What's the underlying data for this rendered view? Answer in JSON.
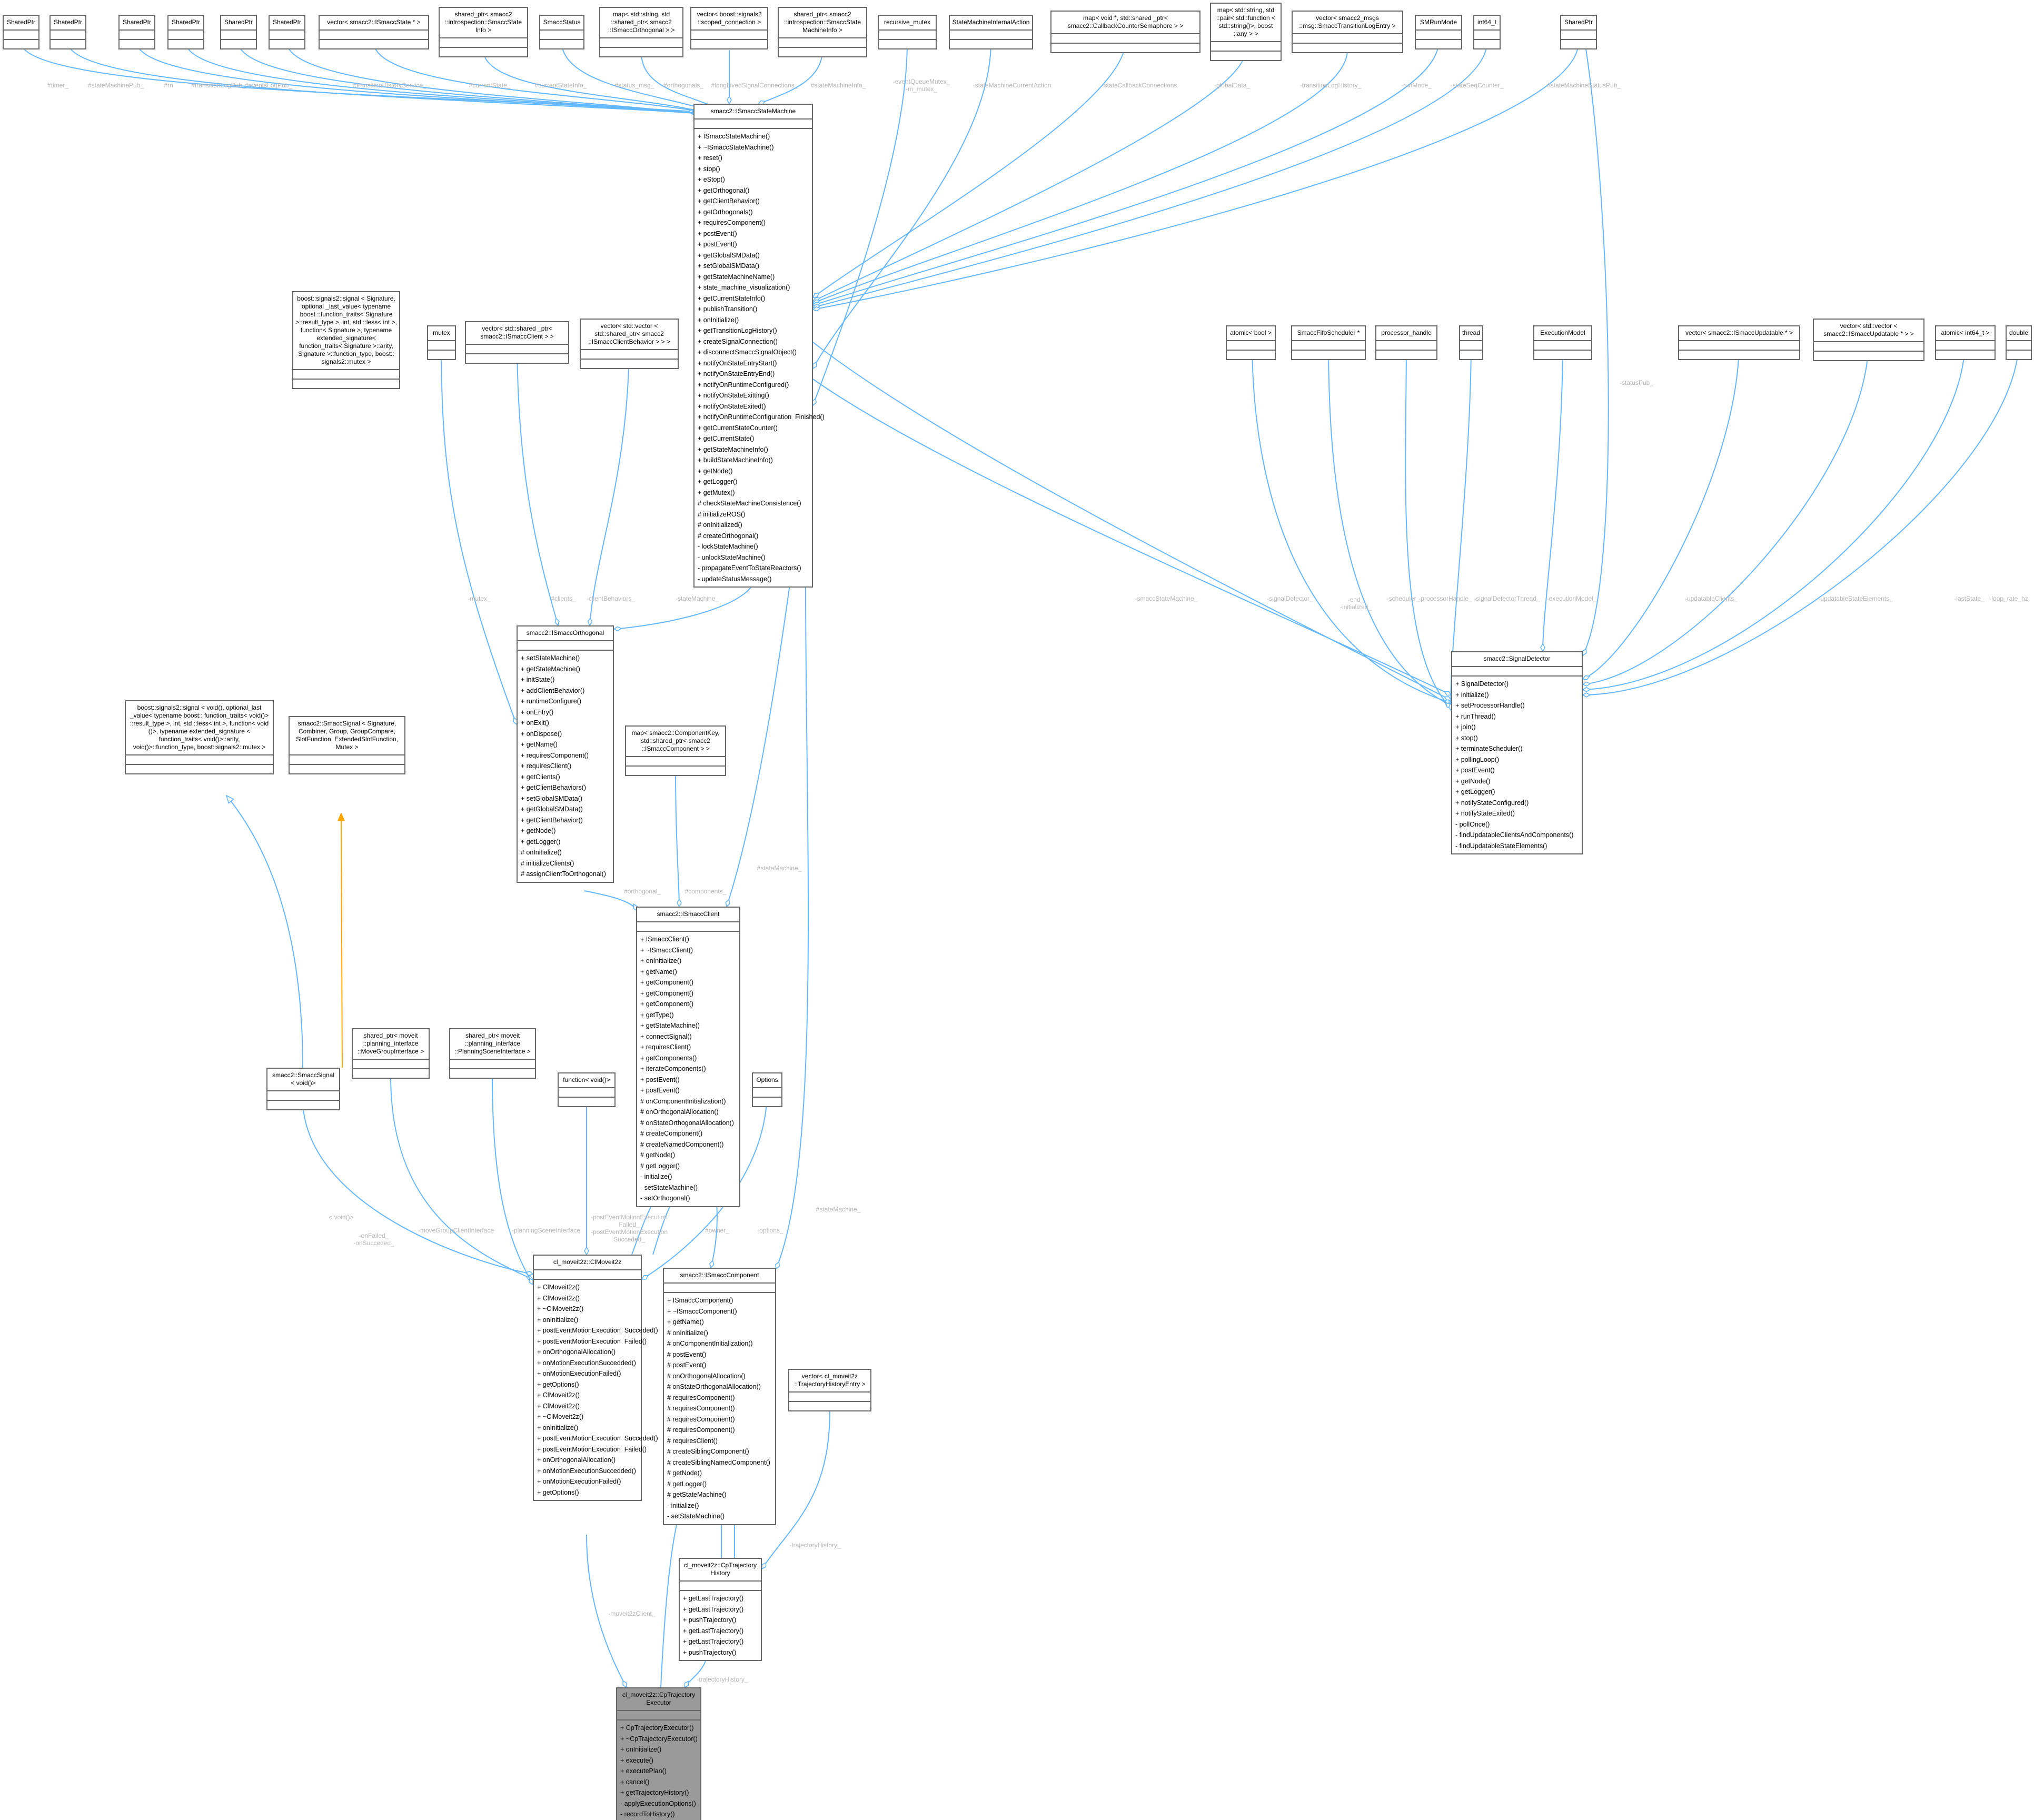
{
  "colors": {
    "edge": "#63b8ff",
    "template_edge": "#ffa500",
    "label": "#b4b4b4",
    "border": "#666666",
    "highlight": "#9a9a9a"
  },
  "boxes": [
    {
      "id": "sp1",
      "title": "SharedPtr",
      "members": []
    },
    {
      "id": "sp2",
      "title": "SharedPtr",
      "members": []
    },
    {
      "id": "sp3",
      "title": "SharedPtr",
      "members": []
    },
    {
      "id": "sp4",
      "title": "SharedPtr",
      "members": []
    },
    {
      "id": "sp5",
      "title": "SharedPtr",
      "members": []
    },
    {
      "id": "sp6",
      "title": "SharedPtr",
      "members": []
    },
    {
      "id": "vecstate",
      "title": "vector< smacc2::ISmaccState * >",
      "members": []
    },
    {
      "id": "spstateinfo",
      "title": "shared_ptr< smacc2 ::introspection::SmaccState Info >",
      "members": []
    },
    {
      "id": "status",
      "title": "SmaccStatus",
      "members": []
    },
    {
      "id": "maporth",
      "title": "map< std::string, std ::shared_ptr< smacc2 ::ISmaccOrthogonal > >",
      "members": []
    },
    {
      "id": "vecconn",
      "title": "vector< boost::signals2 ::scoped_connection >",
      "members": []
    },
    {
      "id": "spsminfo",
      "title": "shared_ptr< smacc2 ::introspection::SmaccState MachineInfo >",
      "members": []
    },
    {
      "id": "rmutex",
      "title": "recursive_mutex",
      "members": []
    },
    {
      "id": "smaction",
      "title": "StateMachineInternalAction",
      "members": []
    },
    {
      "id": "mapsem",
      "title": "map< void *, std::shared _ptr< smacc2::CallbackCounterSemaphore > >",
      "members": []
    },
    {
      "id": "mapglobal",
      "title": "map< std::string, std ::pair< std::function < std::string()>, boost ::any > >",
      "members": []
    },
    {
      "id": "vectranslog",
      "title": "vector< smacc2_msgs ::msg::SmaccTransitionLogEntry >",
      "members": []
    },
    {
      "id": "runmode",
      "title": "SMRunMode",
      "members": []
    },
    {
      "id": "int64",
      "title": "int64_t",
      "members": []
    },
    {
      "id": "sp7",
      "title": "SharedPtr",
      "members": []
    },
    {
      "id": "ism",
      "title": "smacc2::ISmaccStateMachine",
      "members": [
        "+ ISmaccStateMachine()",
        "+ ~ISmaccStateMachine()",
        "+ reset()",
        "+ stop()",
        "+ eStop()",
        "+ getOrthogonal()",
        "+ getClientBehavior()",
        "+ getOrthogonals()",
        "+ requiresComponent()",
        "+ postEvent()",
        "+ postEvent()",
        "+ getGlobalSMData()",
        "+ setGlobalSMData()",
        "+ getStateMachineName()",
        "+ state_machine_visualization()",
        "+ getCurrentStateInfo()",
        "+ publishTransition()",
        "+ onInitialize()",
        "+ getTransitionLogHistory()",
        "+ createSignalConnection()",
        "+ disconnectSmaccSignalObject()",
        "+ notifyOnStateEntryStart()",
        "+ notifyOnStateEntryEnd()",
        "+ notifyOnRuntimeConfigured()",
        "+ notifyOnStateExitting()",
        "+ notifyOnStateExited()",
        "+ notifyOnRuntimeConfiguration  Finished()",
        "+ getCurrentStateCounter()",
        "+ getCurrentState()",
        "+ getStateMachineInfo()",
        "+ buildStateMachineInfo()",
        "+ getNode()",
        "+ getLogger()",
        "+ getMutex()",
        "# checkStateMachineConsistence()",
        "# initializeROS()",
        "# onInitialized()",
        "# createOrthogonal()",
        "- lockStateMachine()",
        "- unlockStateMachine()",
        "- propagateEventToStateReactors()",
        "- updateStatusMessage()"
      ]
    },
    {
      "id": "bsig",
      "title": "boost::signals2::signal < Signature, optional _last_value< typename boost ::function_traits< Signature >::result_type >, int, std ::less< int >, function< Signature >, typename extended_signature< function_traits< Signature >::arity, Signature >::function_type, boost:: signals2::mutex >",
      "members": []
    },
    {
      "id": "mutex",
      "title": "mutex",
      "members": []
    },
    {
      "id": "vecclient",
      "title": "vector< std::shared _ptr< smacc2::ISmaccClient > >",
      "members": []
    },
    {
      "id": "vecvecbeh",
      "title": "vector< std::vector < std::shared_ptr< smacc2 ::ISmaccClientBehavior > > >",
      "members": []
    },
    {
      "id": "iorth",
      "title": "smacc2::ISmaccOrthogonal",
      "members": [
        "+ setStateMachine()",
        "+ getStateMachine()",
        "+ initState()",
        "+ addClientBehavior()",
        "+ runtimeConfigure()",
        "+ onEntry()",
        "+ onExit()",
        "+ onDispose()",
        "+ getName()",
        "+ requiresComponent()",
        "+ requiresClient()",
        "+ getClients()",
        "+ getClientBehaviors()",
        "+ setGlobalSMData()",
        "+ getGlobalSMData()",
        "+ getClientBehavior()",
        "+ getNode()",
        "+ getLogger()",
        "# onInitialize()",
        "# initializeClients()",
        "# assignClientToOrthogonal()"
      ]
    },
    {
      "id": "atombool",
      "title": "atomic< bool >",
      "members": []
    },
    {
      "id": "fifo",
      "title": "SmaccFifoScheduler *",
      "members": []
    },
    {
      "id": "phandle",
      "title": "processor_handle",
      "members": []
    },
    {
      "id": "thread",
      "title": "thread",
      "members": []
    },
    {
      "id": "execmodel",
      "title": "ExecutionModel",
      "members": []
    },
    {
      "id": "vecupd",
      "title": "vector< smacc2::ISmaccUpdatable * >",
      "members": []
    },
    {
      "id": "vecvecupd",
      "title": "vector< std::vector < smacc2::ISmaccUpdatable * > >",
      "members": []
    },
    {
      "id": "atomint",
      "title": "atomic< int64_t >",
      "members": []
    },
    {
      "id": "double",
      "title": "double",
      "members": []
    },
    {
      "id": "sigdet",
      "title": "smacc2::SignalDetector",
      "members": [
        "+ SignalDetector()",
        "+ initialize()",
        "+ setProcessorHandle()",
        "+ runThread()",
        "+ join()",
        "+ stop()",
        "+ terminateScheduler()",
        "+ pollingLoop()",
        "+ postEvent()",
        "+ getNode()",
        "+ getLogger()",
        "+ notifyStateConfigured()",
        "+ notifyStateExited()",
        "- pollOnce()",
        "- findUpdatableClientsAndComponents()",
        "- findUpdatableStateElements()"
      ]
    },
    {
      "id": "bsigvoid",
      "title": "boost::signals2::signal < void(), optional_last _value< typename boost:: function_traits< void()> ::result_type >, int, std ::less< int >, function< void ()>, typename extended_signature < function_traits< void()>::arity, void()>::function_type, boost::signals2::mutex >",
      "members": []
    },
    {
      "id": "smsig",
      "title": "smacc2::SmaccSignal < Signature, Combiner, Group, GroupCompare, SlotFunction, ExtendedSlotFunction, Mutex >",
      "members": []
    },
    {
      "id": "mapcomp",
      "title": "map< smacc2::ComponentKey, std::shared_ptr< smacc2 ::ISmaccComponent > >",
      "members": []
    },
    {
      "id": "iclient",
      "title": "smacc2::ISmaccClient",
      "members": [
        "+ ISmaccClient()",
        "+ ~ISmaccClient()",
        "+ onInitialize()",
        "+ getName()",
        "+ getComponent()",
        "+ getComponent()",
        "+ getComponent()",
        "+ getType()",
        "+ getStateMachine()",
        "+ connectSignal()",
        "+ requiresClient()",
        "+ getComponents()",
        "+ iterateComponents()",
        "+ postEvent()",
        "+ postEvent()",
        "# onComponentInitialization()",
        "# onOrthogonalAllocation()",
        "# onStateOrthogonalAllocation()",
        "# createComponent()",
        "# createNamedComponent()",
        "# getNode()",
        "# getLogger()",
        "- initialize()",
        "- setStateMachine()",
        "- setOrthogonal()"
      ]
    },
    {
      "id": "smsigvoid",
      "title": "smacc2::SmaccSignal < void()>",
      "members": []
    },
    {
      "id": "spmgi",
      "title": "shared_ptr< moveit ::planning_interface ::MoveGroupInterface >",
      "members": []
    },
    {
      "id": "sppsi",
      "title": "shared_ptr< moveit ::planning_interface ::PlanningSceneInterface >",
      "members": []
    },
    {
      "id": "funcvoid",
      "title": "function< void()>",
      "members": []
    },
    {
      "id": "options",
      "title": "Options",
      "members": []
    },
    {
      "id": "clmoveit",
      "title": "cl_moveit2z::ClMoveit2z",
      "members": [
        "+ ClMoveit2z()",
        "+ ClMoveit2z()",
        "+ ~ClMoveit2z()",
        "+ onInitialize()",
        "+ postEventMotionExecution  Succeded()",
        "+ postEventMotionExecution  Failed()",
        "+ onOrthogonalAllocation()",
        "+ onMotionExecutionSuccedded()",
        "+ onMotionExecutionFailed()",
        "+ getOptions()",
        "+ ClMoveit2z()",
        "+ ClMoveit2z()",
        "+ ~ClMoveit2z()",
        "+ onInitialize()",
        "+ postEventMotionExecution  Succeded()",
        "+ postEventMotionExecution  Failed()",
        "+ onOrthogonalAllocation()",
        "+ onMotionExecutionSuccedded()",
        "+ onMotionExecutionFailed()",
        "+ getOptions()"
      ]
    },
    {
      "id": "icomp",
      "title": "smacc2::ISmaccComponent",
      "members": [
        "+ ISmaccComponent()",
        "+ ~ISmaccComponent()",
        "+ getName()",
        "# onInitialize()",
        "# onComponentInitialization()",
        "# postEvent()",
        "# postEvent()",
        "# onOrthogonalAllocation()",
        "# onStateOrthogonalAllocation()",
        "# requiresComponent()",
        "# requiresComponent()",
        "# requiresComponent()",
        "# requiresComponent()",
        "# requiresClient()",
        "# createSiblingComponent()",
        "# createSiblingNamedComponent()",
        "# getNode()",
        "# getLogger()",
        "# getStateMachine()",
        "- initialize()",
        "- setStateMachine()"
      ]
    },
    {
      "id": "vectraj",
      "title": "vector< cl_moveit2z ::TrajectoryHistoryEntry >",
      "members": []
    },
    {
      "id": "cptrajhist",
      "title": "cl_moveit2z::CpTrajectory History",
      "members": [
        "+ getLastTrajectory()",
        "+ getLastTrajectory()",
        "+ pushTrajectory()",
        "+ getLastTrajectory()",
        "+ getLastTrajectory()",
        "+ pushTrajectory()"
      ]
    },
    {
      "id": "cptrajexec",
      "title": "cl_moveit2z::CpTrajectory Executor",
      "members": [
        "+ CpTrajectoryExecutor()",
        "+ ~CpTrajectoryExecutor()",
        "+ onInitialize()",
        "+ execute()",
        "+ executePlan()",
        "+ cancel()",
        "+ getTrajectoryHistory()",
        "- applyExecutionOptions()",
        "- recordToHistory()"
      ]
    }
  ],
  "labels": [
    {
      "id": "l1",
      "text": "#timer_"
    },
    {
      "id": "l2",
      "text": "#stateMachinePub_"
    },
    {
      "id": "l3",
      "text": "#rn"
    },
    {
      "id": "l4",
      "text": "#transitionLogPub_"
    },
    {
      "id": "l5",
      "text": "#eventsLogPub_"
    },
    {
      "id": "l6",
      "text": "#transitionHistoryService_"
    },
    {
      "id": "l7",
      "text": "#currentState_"
    },
    {
      "id": "l8",
      "text": "#currentStateInfo_"
    },
    {
      "id": "l9",
      "text": "#status_msg_"
    },
    {
      "id": "l10",
      "text": "#orthogonals_"
    },
    {
      "id": "l11",
      "text": "#longLivedSignalConnections_"
    },
    {
      "id": "l12",
      "text": "#stateMachineInfo_"
    },
    {
      "id": "l13",
      "text": "-eventQueueMutex_\n-m_mutex_"
    },
    {
      "id": "l14",
      "text": "-stateMachineCurrentAction"
    },
    {
      "id": "l15",
      "text": "-stateCallbackConnections"
    },
    {
      "id": "l16",
      "text": "-globalData_"
    },
    {
      "id": "l17",
      "text": "-transitionLogHistory_"
    },
    {
      "id": "l18",
      "text": "-runMode_"
    },
    {
      "id": "l19",
      "text": "-stateSeqCounter_"
    },
    {
      "id": "l20",
      "text": "#stateMachineStatusPub_"
    },
    {
      "id": "l21",
      "text": "-statusPub_"
    },
    {
      "id": "l22",
      "text": "-mutex_"
    },
    {
      "id": "l23",
      "text": "#clients_"
    },
    {
      "id": "l24",
      "text": "-clientBehaviors_"
    },
    {
      "id": "l25",
      "text": "-stateMachine_"
    },
    {
      "id": "l26",
      "text": "-smaccStateMachine_"
    },
    {
      "id": "l27",
      "text": "-signalDetector_"
    },
    {
      "id": "l28",
      "text": "-end_\n-initialized_"
    },
    {
      "id": "l29",
      "text": "-scheduler_"
    },
    {
      "id": "l30",
      "text": "-processorHandle_"
    },
    {
      "id": "l31",
      "text": "-signalDetectorThread_"
    },
    {
      "id": "l32",
      "text": "-executionModel_"
    },
    {
      "id": "l33",
      "text": "-updatableClients_"
    },
    {
      "id": "l34",
      "text": "-updatableStateElements_"
    },
    {
      "id": "l35",
      "text": "-lastState_"
    },
    {
      "id": "l36",
      "text": "-loop_rate_hz"
    },
    {
      "id": "l37",
      "text": "#stateMachine_"
    },
    {
      "id": "l38",
      "text": "#components_"
    },
    {
      "id": "l39",
      "text": "#orthogonal_"
    },
    {
      "id": "l40",
      "text": "< void()>"
    },
    {
      "id": "l41",
      "text": "-onFailed_\n-onSucceded_"
    },
    {
      "id": "l42",
      "text": "-moveGroupClientInterface"
    },
    {
      "id": "l43",
      "text": "-planningSceneInterface"
    },
    {
      "id": "l44",
      "text": "-postEventMotionExecution\nFailed_\n-postEventMotionExecution\nSucceded_"
    },
    {
      "id": "l45",
      "text": "#owner_"
    },
    {
      "id": "l46",
      "text": "-options_"
    },
    {
      "id": "l47",
      "text": "#stateMachine_"
    },
    {
      "id": "l48",
      "text": "-trajectoryHistory_"
    },
    {
      "id": "l49",
      "text": "-moveit2zClient_"
    },
    {
      "id": "l50",
      "text": "-trajectoryHistory_"
    }
  ]
}
